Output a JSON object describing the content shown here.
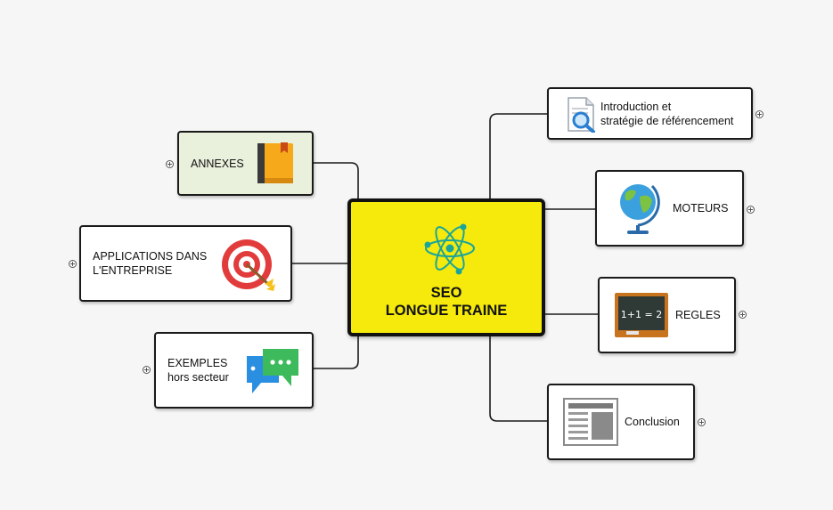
{
  "central": {
    "line1": "SEO",
    "line2": "LONGUE TRAINE",
    "icon": "atom-icon",
    "color": "#f5ea0c"
  },
  "left_topics": [
    {
      "id": "annexes",
      "lines": [
        "ANNEXES"
      ],
      "icon": "book-icon",
      "bg": "#e9f0dc"
    },
    {
      "id": "applications",
      "lines": [
        "APPLICATIONS DANS",
        "L'ENTREPRISE"
      ],
      "icon": "target-icon",
      "bg": "#ffffff"
    },
    {
      "id": "exemples",
      "lines": [
        "EXEMPLES",
        "hors secteur"
      ],
      "icon": "chat-bubbles-icon",
      "bg": "#ffffff"
    }
  ],
  "right_topics": [
    {
      "id": "introduction",
      "lines": [
        "Introduction et",
        "stratégie de référencement"
      ],
      "icon": "document-search-icon",
      "bg": "#ffffff"
    },
    {
      "id": "moteurs",
      "lines": [
        "MOTEURS"
      ],
      "icon": "globe-icon",
      "bg": "#ffffff"
    },
    {
      "id": "regles",
      "lines": [
        "REGLES"
      ],
      "icon": "chalkboard-icon",
      "bg": "#ffffff",
      "chalk_text": "1+1 = 2"
    },
    {
      "id": "conclusion",
      "lines": [
        "Conclusion"
      ],
      "icon": "newspaper-icon",
      "bg": "#ffffff"
    }
  ]
}
